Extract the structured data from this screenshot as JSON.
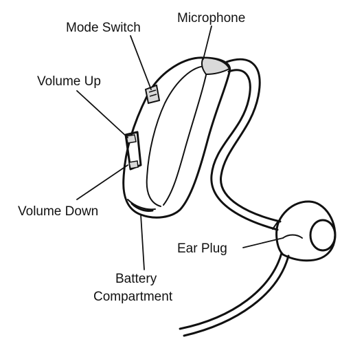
{
  "labels": {
    "mode_switch": "Mode Switch",
    "microphone": "Microphone",
    "volume_up": "Volume Up",
    "volume_down": "Volume Down",
    "ear_plug": "Ear Plug",
    "battery_line1": "Battery",
    "battery_line2": "Compartment"
  },
  "colors": {
    "ink": "#111111",
    "shade": "#d9d9d9",
    "background": "#ffffff"
  }
}
